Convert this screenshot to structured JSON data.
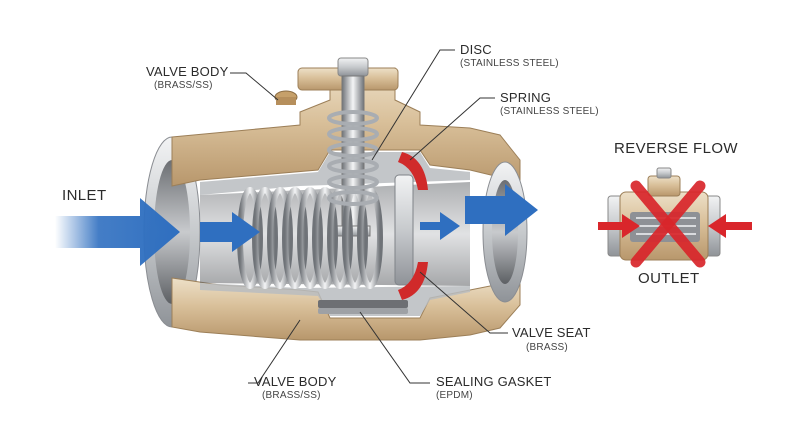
{
  "labels": {
    "valve_body_top": {
      "name": "VALVE BODY",
      "material": "(BRASS/SS)"
    },
    "disc": {
      "name": "DISC",
      "material": "(STAINLESS STEEL)"
    },
    "spring": {
      "name": "SPRING",
      "material": "(STAINLESS STEEL)"
    },
    "inlet": "INLET",
    "reverse_flow": "REVERSE FLOW",
    "outlet": "OUTLET",
    "valve_seat": {
      "name": "VALVE SEAT",
      "material": "(BRASS)"
    },
    "valve_body_bottom": {
      "name": "VALVE BODY",
      "material": "(BRASS/SS)"
    },
    "sealing_gasket": {
      "name": "SEALING GASKET",
      "material": "(EPDM)"
    }
  },
  "colors": {
    "flow_arrow": "#2f6fc0",
    "reverse_arrow": "#d9262b",
    "brass": "#d8bf98",
    "steel": "#c9ccd0",
    "seal": "#d02a2a",
    "leader": "#333333"
  },
  "icons": {
    "blocked_flow": "cross-icon"
  }
}
